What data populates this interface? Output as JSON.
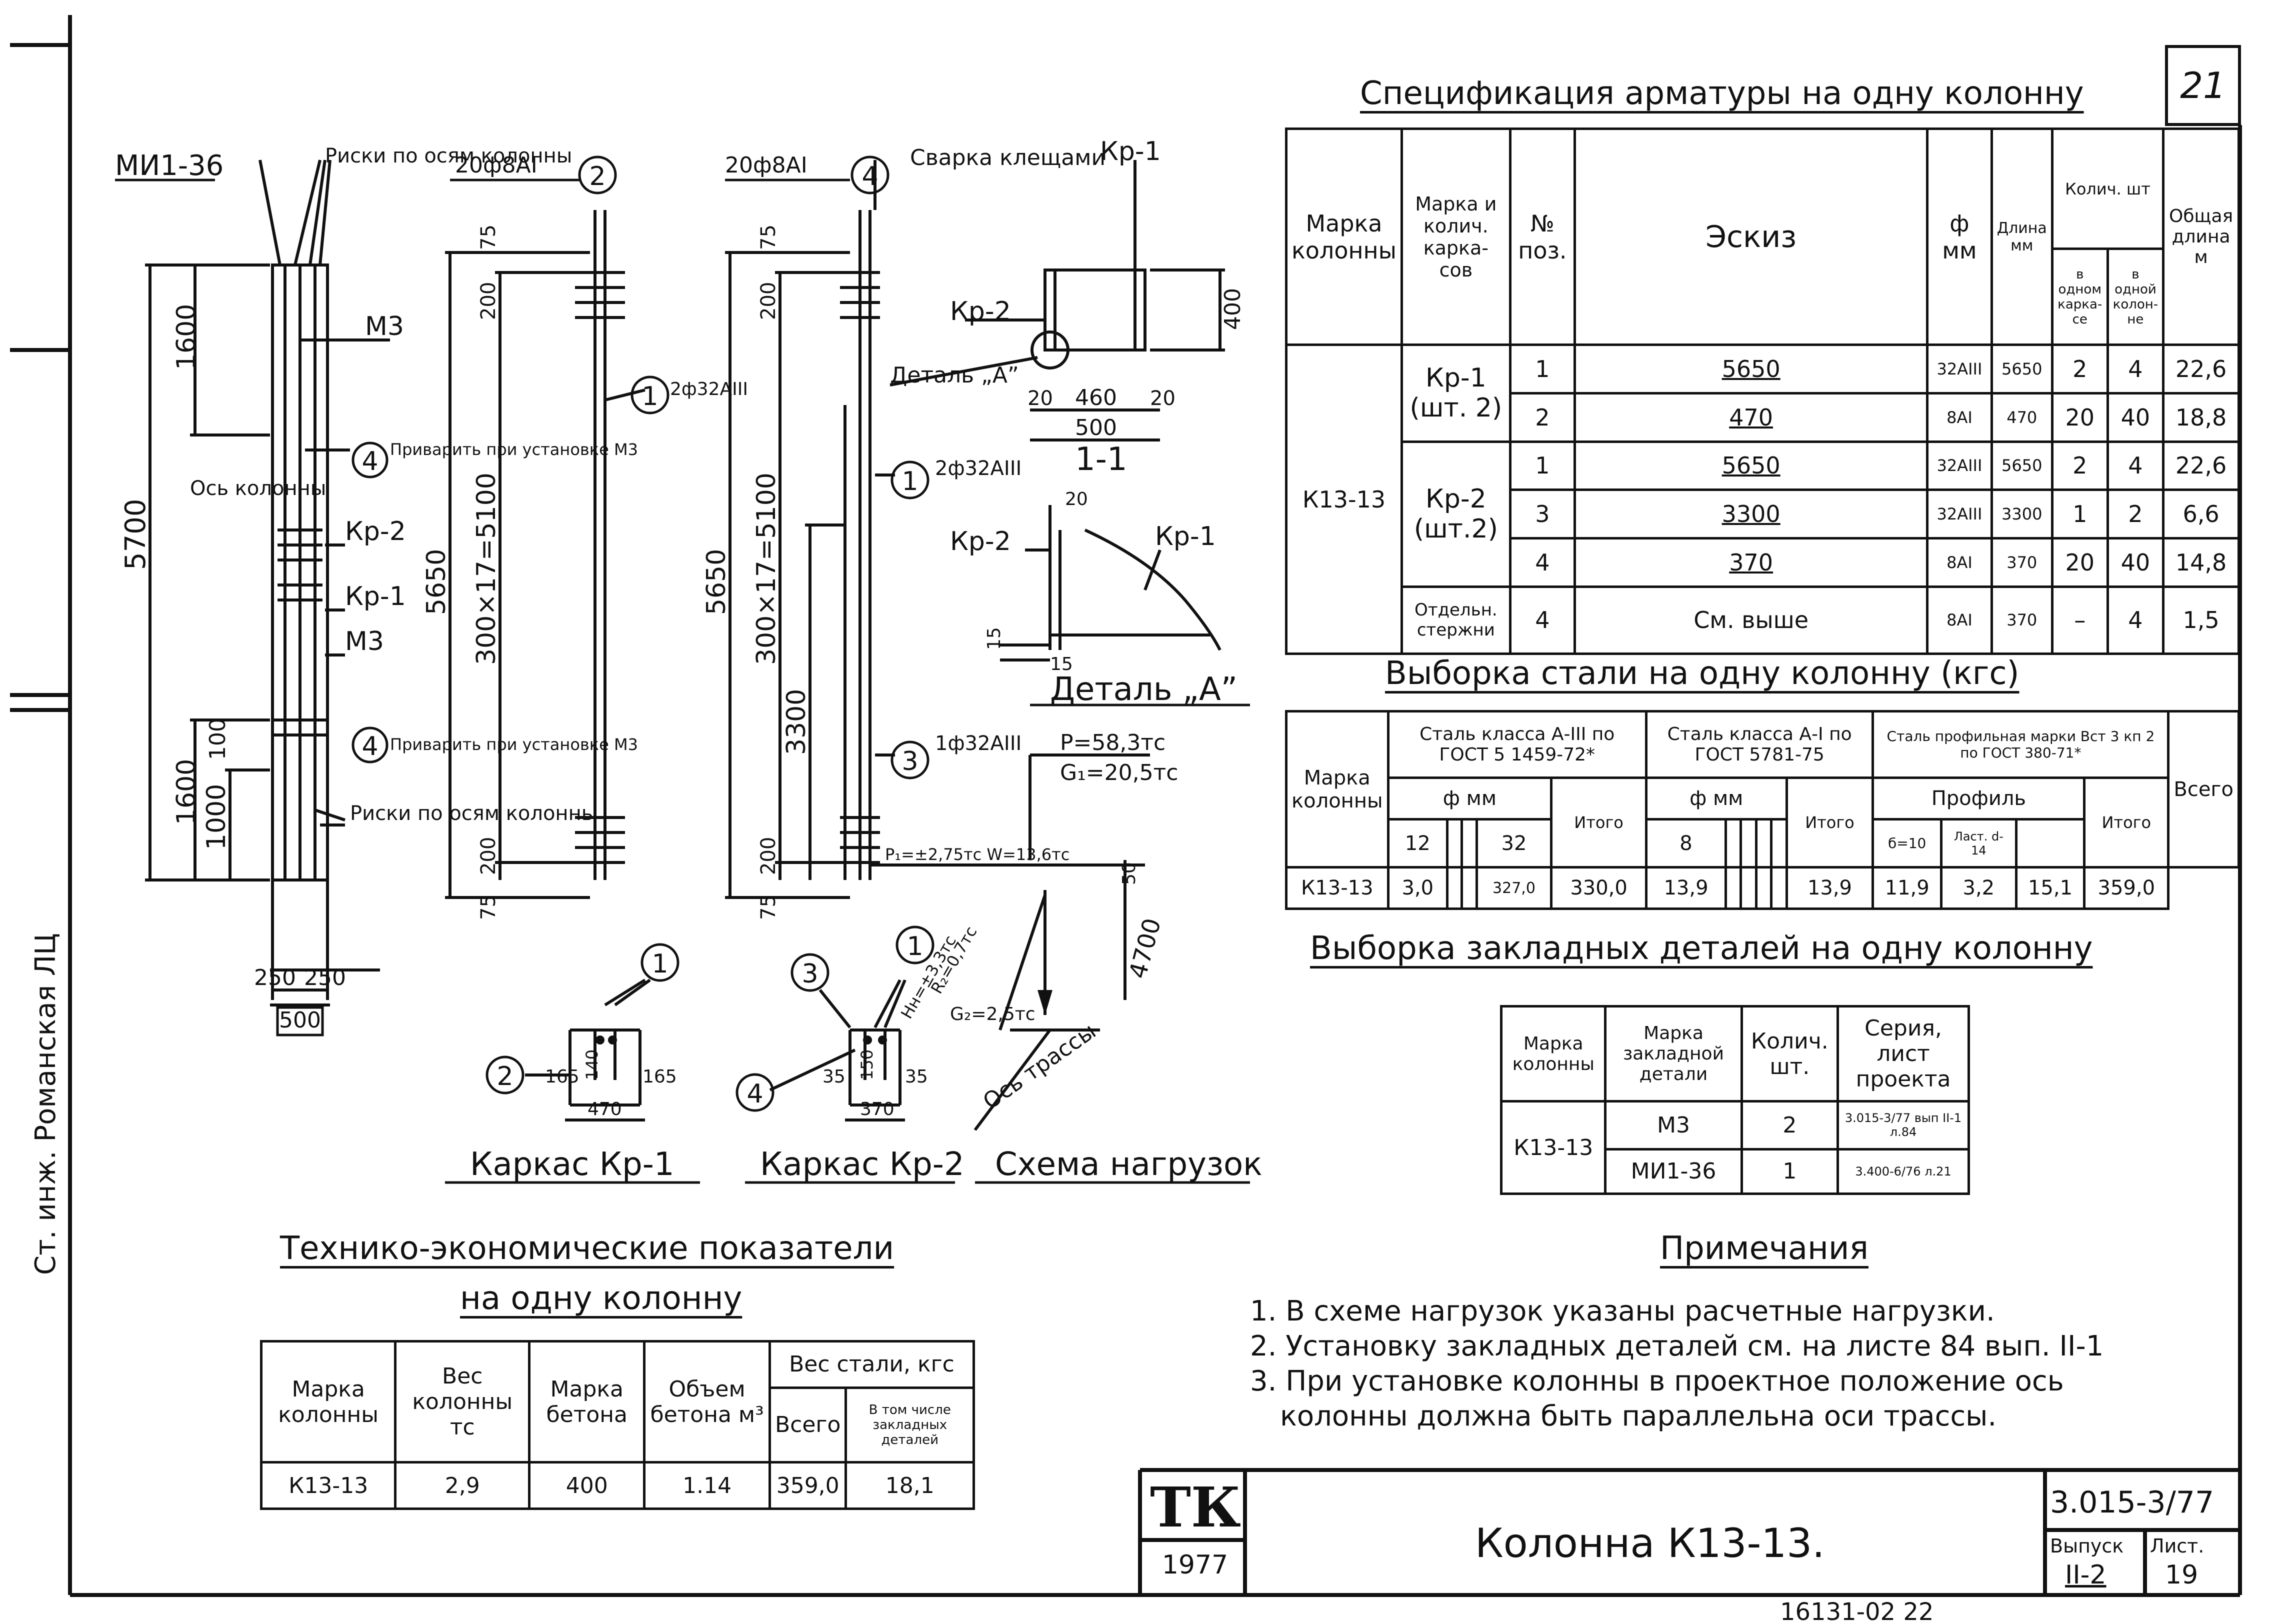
{
  "sheet_number": "21",
  "side_stamp": "Ст. инж. Романская ЛЦ",
  "bottom_scribble": "16131-02 22",
  "spec": {
    "title": "Спецификация арматуры на одну колонну",
    "headers": {
      "mark": "Марка колонны",
      "frame": "Марка и колич. карка-сов",
      "pos": "№ поз.",
      "sketch": "Эскиз",
      "dia": "ф мм",
      "len": "Длина мм",
      "qty_group": "Колич. шт",
      "qty_frame": "в одном карка-се",
      "qty_col": "в одной колон-не",
      "total": "Общая длина м"
    },
    "column_mark": "К13-13",
    "rows": [
      {
        "frame": "Кр-1 (шт. 2)",
        "pos": "1",
        "sketch": "5650",
        "dia": "32АIII",
        "len": "5650",
        "qf": "2",
        "qc": "4",
        "total": "22,6"
      },
      {
        "frame": "",
        "pos": "2",
        "sketch": "470",
        "dia": "8АI",
        "len": "470",
        "qf": "20",
        "qc": "40",
        "total": "18,8"
      },
      {
        "frame": "Кр-2 (шт.2)",
        "pos": "1",
        "sketch": "5650",
        "dia": "32АIII",
        "len": "5650",
        "qf": "2",
        "qc": "4",
        "total": "22,6"
      },
      {
        "frame": "",
        "pos": "3",
        "sketch": "3300",
        "dia": "32АIII",
        "len": "3300",
        "qf": "1",
        "qc": "2",
        "total": "6,6"
      },
      {
        "frame": "",
        "pos": "4",
        "sketch": "370",
        "dia": "8АI",
        "len": "370",
        "qf": "20",
        "qc": "40",
        "total": "14,8"
      },
      {
        "frame": "Отдельн. стержни",
        "pos": "4",
        "sketch": "См. выше",
        "dia": "8АI",
        "len": "370",
        "qf": "–",
        "qc": "4",
        "total": "1,5"
      }
    ]
  },
  "steel": {
    "title": "Выборка стали на одну колонну (кгс)",
    "col_mark": "Марка колонны",
    "group1": "Сталь класса А-III по ГОСТ 5 1459-72*",
    "group2": "Сталь класса А-I по ГОСТ 5781-75",
    "group3": "Сталь профильная марки Вст 3 кп 2 по ГОСТ 380-71*",
    "dia_label": "ф мм",
    "profile_label": "Профиль",
    "total_label": "Итого",
    "all_label": "Всего",
    "d12": "12",
    "d32": "32",
    "d8": "8",
    "p1": "б=10",
    "p2": "Ласт. d-14",
    "row": {
      "mark": "К13-13",
      "v12": "3,0",
      "v32": "327,0",
      "t1": "330,0",
      "v8": "13,9",
      "t2": "13,9",
      "pp1": "11,9",
      "pp2": "3,2",
      "t3": "15,1",
      "all": "359,0"
    }
  },
  "embed": {
    "title": "Выборка закладных деталей на одну колонну",
    "headers": {
      "mark": "Марка колонны",
      "detail": "Марка закладной детали",
      "qty": "Колич. шт.",
      "series": "Серия, лист проекта"
    },
    "mark": "К13-13",
    "rows": [
      {
        "detail": "М3",
        "qty": "2",
        "series": "3.015-3/77 вып II-1 л.84"
      },
      {
        "detail": "МИ1-36",
        "qty": "1",
        "series": "3.400-6/76 л.21"
      }
    ]
  },
  "notes": {
    "title": "Примечания",
    "items": [
      "1. В схеме нагрузок указаны расчетные нагрузки.",
      "2. Установку закладных деталей см. на листе 84 вып. II-1",
      "3. При установке колонны в проектное положение ось",
      "колонны должна быть параллельна оси трассы."
    ]
  },
  "tep": {
    "title1": "Технико-экономические показатели",
    "title2": "на одну колонну",
    "headers": {
      "mark": "Марка колонны",
      "weight": "Вес колонны тс",
      "concrete": "Марка бетона",
      "volume": "Объем бетона м³",
      "steel": "Вес стали, кгс",
      "all": "Всего",
      "incl": "В том числе закладных деталей"
    },
    "row": {
      "mark": "К13-13",
      "weight": "2,9",
      "concrete": "400",
      "volume": "1.14",
      "all": "359,0",
      "incl": "18,1"
    }
  },
  "title_block": {
    "logo": "ТК",
    "year": "1977",
    "title": "Колонна К13-13.",
    "series": "3.015-3/77",
    "issue_label": "Выпуск",
    "issue": "II-2",
    "sheet_label": "Лист.",
    "sheet": "19"
  },
  "drawing": {
    "mi1": "МИ1-36",
    "riski_top": "Риски по осям колонны",
    "riski_bot": "Риски по осям колонны",
    "m3_1": "М3",
    "m3_2": "М3",
    "os": "Ось колонны",
    "kr2": "Кр-2",
    "kr1": "Кр-1",
    "pribar1": "Приварить при установке М3",
    "pribar2": "Приварить при установке М3",
    "dim_5700": "5700",
    "dim_1600a": "1600",
    "dim_1600b": "1600",
    "dim_1000": "1000",
    "dim_100": "100",
    "dim_250a": "250",
    "dim_250b": "250",
    "dim_500": "500",
    "rebar_top_1": "20ф8АI",
    "circ2": "2",
    "circ1": "1",
    "circ4": "4",
    "circ3": "3",
    "rebar_1": "2ф32АIII",
    "dim_75": "75",
    "dim_200": "200",
    "dim_5650": "5650",
    "dim_300x17": "300×17=5100",
    "rebar_top_2": "20ф8АI",
    "svarka": "Сварка клещами",
    "rebar_2": "2ф32АIII",
    "rebar_3": "1ф32АIII",
    "dim_3300": "3300",
    "kr1_label": "Кр-1",
    "kr2_label": "Кр-2",
    "detal_a": "Деталь „А”",
    "dim_20a": "20",
    "dim_460": "460",
    "dim_20b": "20",
    "dim_400": "400",
    "dim_500s": "500",
    "section": "1-1",
    "det_kr2": "Кр-2",
    "det_kr1": "Кр-1",
    "det_20": "20",
    "det_15a": "15",
    "det_15b": "15",
    "detal_a_caption": "Деталь „А”",
    "load_p": "Р=58,3тс",
    "load_g1": "G₁=20,5тс",
    "load_ph": "Р₁=±2,75тс W=13,6тс",
    "load_hh": "Нн=±3,3тс",
    "load_r": "R₂=0,7тс",
    "load_g2": "G₂=2,5тс",
    "dim_50": "50",
    "dim_4700": "4700",
    "os_trassy": "Ось трассы",
    "kr1_sec_165a": "165",
    "kr1_sec_140": "140",
    "kr1_sec_165b": "165",
    "kr1_sec_470": "470",
    "kr2_sec_35a": "35",
    "kr2_sec_150": "150",
    "kr2_sec_35b": "35",
    "kr2_sec_370": "370",
    "caption_kr1": "Каркас Кр-1",
    "caption_kr2": "Каркас Кр-2",
    "caption_load": "Схема нагрузок"
  }
}
